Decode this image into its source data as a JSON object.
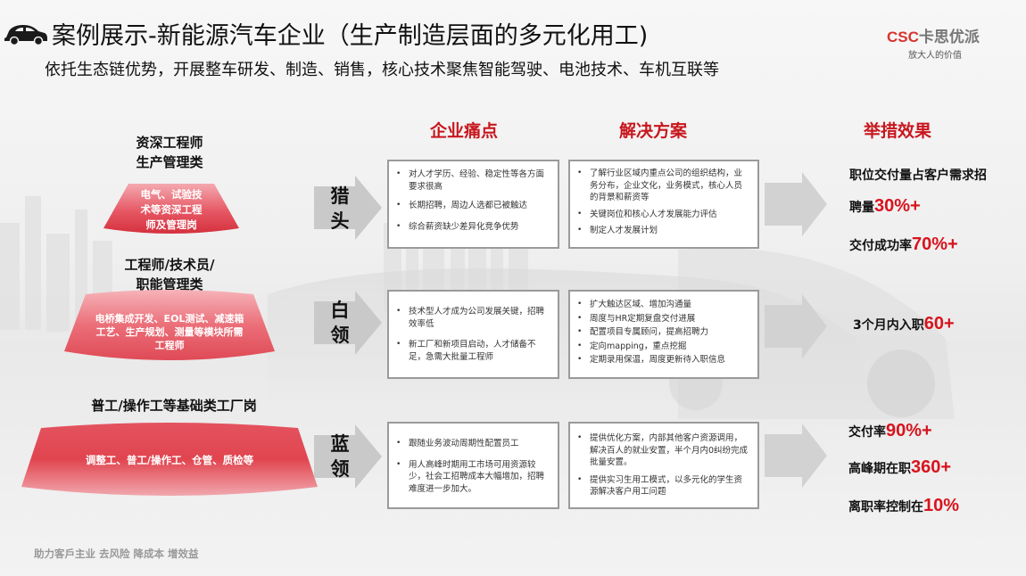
{
  "header": {
    "title": "案例展示-新能源汽车企业（生产制造层面的多元化用工)",
    "subtitle": "依托生态链优势，开展整车研发、制造、销售，核心技术聚焦智能驾驶、电池技术、车机互联等",
    "logo_main": "CSC",
    "logo_cn": "卡思优派",
    "logo_tagline": "放大人的价值",
    "icon": "car-icon"
  },
  "columns": {
    "pain": "企业痛点",
    "solution": "解决方案",
    "effect": "举措效果"
  },
  "tiers": [
    {
      "title_line1": "资深工程师",
      "title_line2": "生产管理类",
      "pyramid_text": [
        "电气、试验技",
        "术等资深工程",
        "师及管理岗"
      ],
      "label": [
        "猎",
        "头"
      ],
      "pains": [
        "对人才学历、经验、稳定性等各方面要求很高",
        "长期招聘，周边人选都已被触达",
        "综合薪资缺少差异化竞争优势"
      ],
      "solutions": [
        "了解行业区域内重点公司的组织结构，业务分布，企业文化，业务模式，核心人员的背景和薪资等",
        "关键岗位和核心人才发展能力评估",
        "制定人才发展计划"
      ],
      "results": [
        {
          "text": "职位交付量占客户需求招",
          "num": ""
        },
        {
          "text": "聘量",
          "num": "30%+"
        },
        {
          "text": "交付成功率",
          "num": "70%+"
        }
      ]
    },
    {
      "title_line1": "工程师/技术员/",
      "title_line2": "职能管理类",
      "pyramid_text": [
        "电桥集成开发、EOL测试、减速箱",
        "工艺、生产规划、测量等模块所需",
        "工程师"
      ],
      "label": [
        "白",
        "领"
      ],
      "pains": [
        "技术型人才成为公司发展关键，招聘效率低",
        "新工厂和新项目启动，人才储备不足，急需大批量工程师"
      ],
      "solutions": [
        "扩大触达区域、增加沟通量",
        "周度与HR定期复盘交付进展",
        "配置项目专属顾问，提高招聘力",
        "定向mapping，重点挖掘",
        "定期录用保温，周度更新待入职信息"
      ],
      "results": [
        {
          "text": "3个月内入职",
          "num": "60+"
        }
      ]
    },
    {
      "title_line1": "普工/操作工等基础类工厂岗",
      "title_line2": "",
      "pyramid_text": [
        "调整工、普工/操作工、仓管、质检等"
      ],
      "label": [
        "蓝",
        "领"
      ],
      "pains": [
        "跟随业务波动周期性配置员工",
        "用人高峰时期用工市场可用资源较少，社会工招聘成本大幅增加，招聘难度进一步加大。"
      ],
      "solutions": [
        "提供优化方案，内部其他客户资源调用，解决百人的就业安置，半个月内0纠纷完成批量安置。",
        "提供实习生用工模式，以多元化的学生资源解决客户用工问题"
      ],
      "results": [
        {
          "text": "交付率",
          "num": "90%+"
        },
        {
          "text": "高峰期在职",
          "num": "360+"
        },
        {
          "text": "离职率控制在",
          "num": "10%"
        }
      ]
    }
  ],
  "footer": "助力客戶主业 去风险 降成本 增效益",
  "colors": {
    "accent": "#c8161d",
    "number": "#d7141e",
    "trap_dark": "#d93a46",
    "trap_light": "#f8b7bd"
  }
}
